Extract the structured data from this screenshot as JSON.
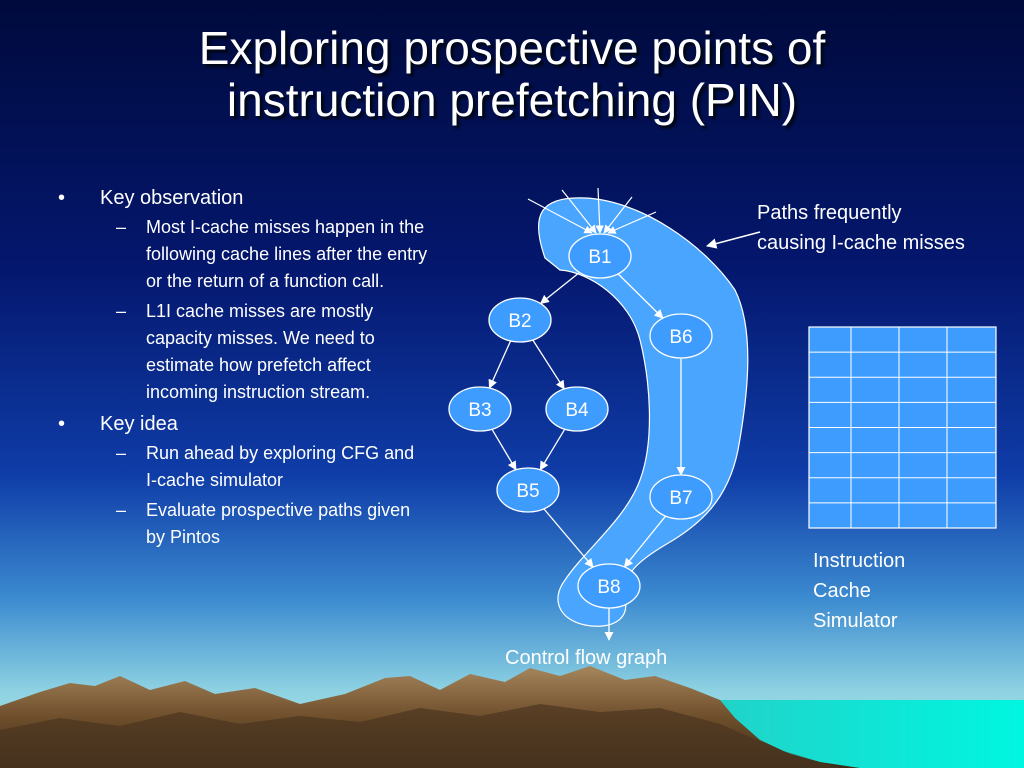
{
  "slide": {
    "title_lines": [
      "Exploring prospective points of",
      "instruction prefetching (PIN)"
    ],
    "bullets": [
      {
        "text": "Key observation",
        "subs": [
          "Most I-cache misses happen in the following cache lines after the entry or the return of a function call.",
          "L1I cache misses are mostly capacity misses. We need to estimate how prefetch affect incoming instruction stream."
        ]
      },
      {
        "text": "Key idea",
        "subs": [
          "Run ahead by exploring CFG and I-cache simulator",
          "Evaluate prospective paths given by Pintos"
        ]
      }
    ],
    "bullet_mark": "•",
    "sub_mark": "–"
  },
  "diagram": {
    "nodes": [
      "B1",
      "B2",
      "B3",
      "B4",
      "B5",
      "B6",
      "B7",
      "B8"
    ],
    "edges": [
      [
        "B1",
        "B2"
      ],
      [
        "B1",
        "B6"
      ],
      [
        "B2",
        "B3"
      ],
      [
        "B2",
        "B4"
      ],
      [
        "B3",
        "B5"
      ],
      [
        "B4",
        "B5"
      ],
      [
        "B6",
        "B7"
      ],
      [
        "B5",
        "B8"
      ],
      [
        "B7",
        "B8"
      ]
    ],
    "cfg_caption": "Control flow graph",
    "paths_caption": [
      "Paths frequently",
      "causing I-cache misses"
    ],
    "cache_caption": [
      "Instruction",
      "Cache",
      "Simulator"
    ],
    "cache_grid": {
      "rows": 8,
      "cols": 4
    },
    "colors": {
      "node": "#3f9cff",
      "highlight": "#4aa5ff",
      "line": "#ffffff"
    }
  }
}
